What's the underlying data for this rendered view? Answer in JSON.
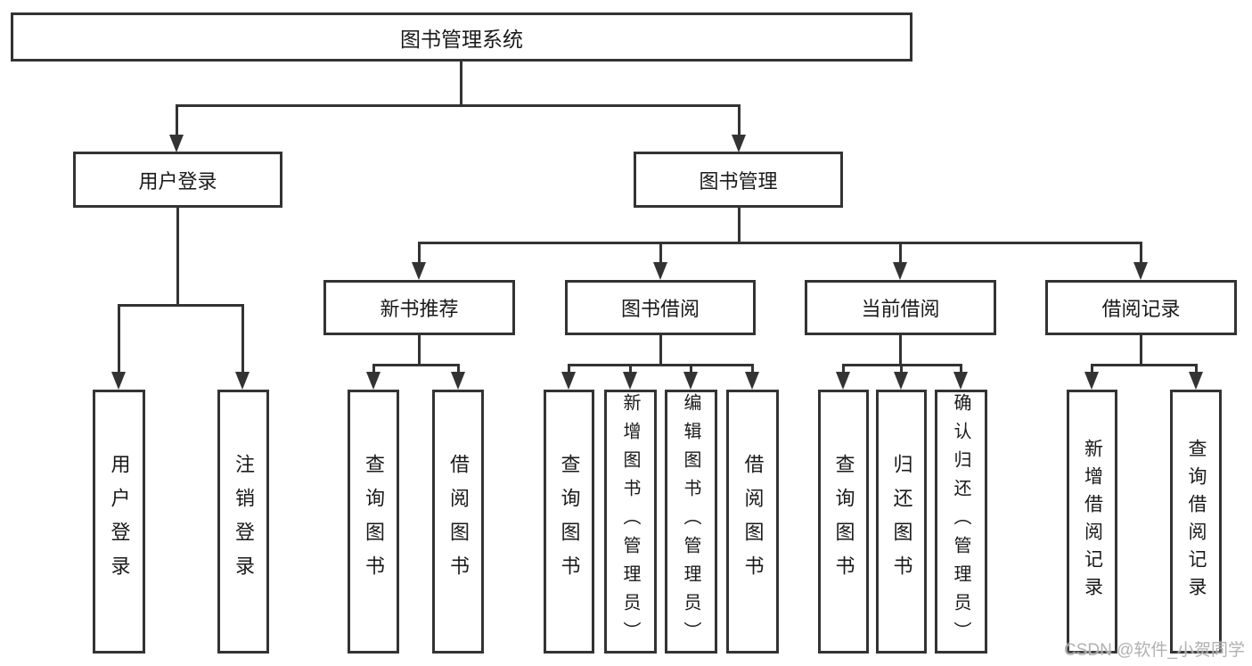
{
  "watermark": "CSDN @软件_小贺同学",
  "colors": {
    "line": "#333333",
    "text": "#1a1a1a",
    "background": "#ffffff",
    "watermark": "#a8a8a8"
  },
  "nodes": {
    "root": {
      "label": "图书管理系统"
    },
    "level2": [
      {
        "label": "用户登录"
      },
      {
        "label": "图书管理"
      }
    ],
    "level3": [
      {
        "label": "新书推荐",
        "parent": "图书管理"
      },
      {
        "label": "图书借阅",
        "parent": "图书管理"
      },
      {
        "label": "当前借阅",
        "parent": "图书管理"
      },
      {
        "label": "借阅记录",
        "parent": "图书管理"
      }
    ],
    "leaves": [
      {
        "label": "用户登录",
        "parent": "用户登录"
      },
      {
        "label": "注销登录",
        "parent": "用户登录"
      },
      {
        "label": "查询图书",
        "parent": "新书推荐"
      },
      {
        "label": "借阅图书",
        "parent": "新书推荐"
      },
      {
        "label": "查询图书",
        "parent": "图书借阅"
      },
      {
        "label": "新增图书（管理员）",
        "parent": "图书借阅"
      },
      {
        "label": "编辑图书（管理员）",
        "parent": "图书借阅"
      },
      {
        "label": "借阅图书",
        "parent": "图书借阅"
      },
      {
        "label": "查询图书",
        "parent": "当前借阅"
      },
      {
        "label": "归还图书",
        "parent": "当前借阅"
      },
      {
        "label": "确认归还（管理员）",
        "parent": "当前借阅"
      },
      {
        "label": "新增借阅记录",
        "parent": "借阅记录"
      },
      {
        "label": "查询借阅记录",
        "parent": "借阅记录"
      }
    ]
  }
}
